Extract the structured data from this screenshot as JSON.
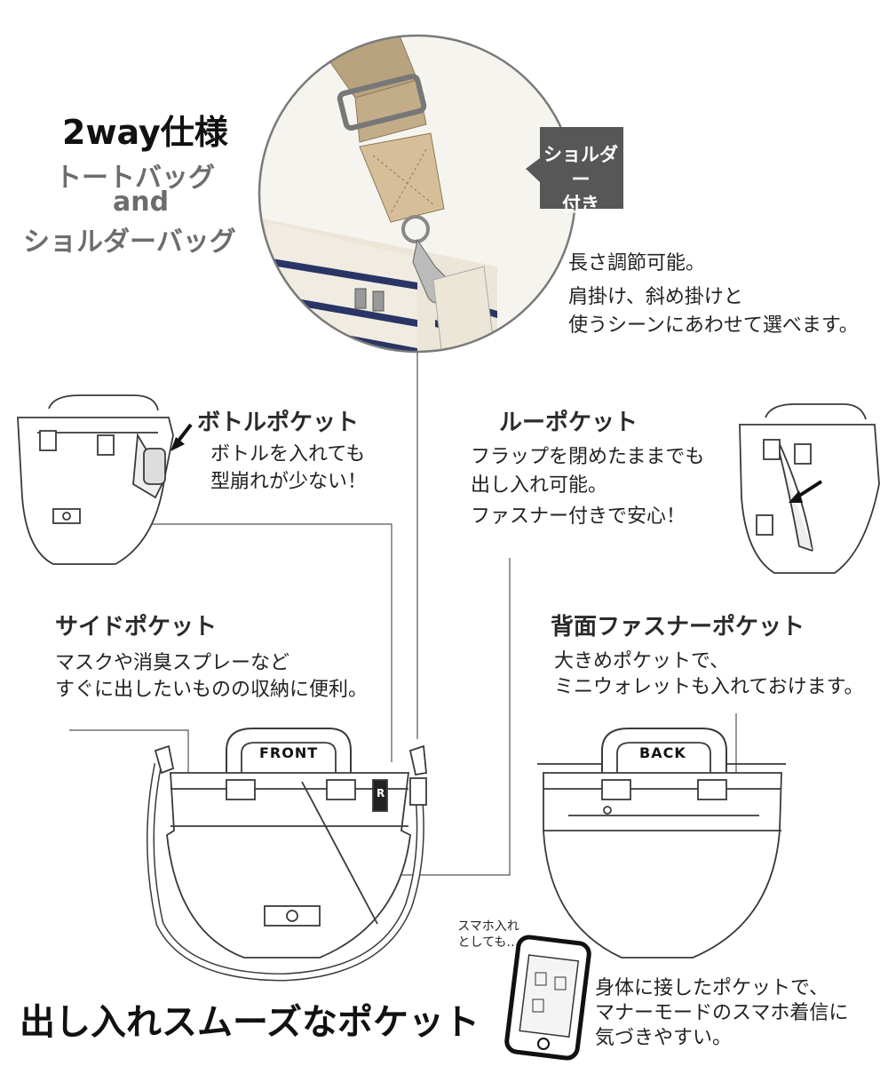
{
  "header": {
    "title": "2way仕様",
    "subtitle_line1": "トートバッグ",
    "subtitle_line2": "and",
    "subtitle_line3": "ショルダーバッグ"
  },
  "shoulder_badge": {
    "line1": "ショルダー",
    "line2": "付き",
    "color": "#575757"
  },
  "shoulder_text": {
    "line1": "長さ調節可能。",
    "line2": "肩掛け、斜め掛けと",
    "line3": "使うシーンにあわせて選べます。"
  },
  "bottle_pocket": {
    "heading": "ボトルポケット",
    "line1": "ボトルを入れても",
    "line2": "型崩れが少ない！"
  },
  "loop_pocket": {
    "heading": "ルーポケット",
    "line1": "フラップを閉めたままでも",
    "line2": "出し入れ可能。",
    "line3": "ファスナー付きで安心！"
  },
  "side_pocket": {
    "heading": "サイドポケット",
    "line1": "マスクや消臭スプレーなど",
    "line2": "すぐに出したいものの収納に便利。"
  },
  "back_zip_pocket": {
    "heading": "背面ファスナーポケット",
    "line1": "大きめポケットで、",
    "line2": "ミニウォレットも入れておけます。"
  },
  "bag_labels": {
    "front": "FRONT",
    "back": "BACK",
    "tag": "R"
  },
  "phone_note": {
    "line1": "スマホ入れ",
    "line2": "としても…"
  },
  "phone_text": {
    "line1": "身体に接したポケットで、",
    "line2": "マナーモードのスマホ着信に",
    "line3": "気づきやすい。"
  },
  "footer": {
    "title": "出し入れスムーズなポケット"
  },
  "colors": {
    "strap_tan": "#b9a37f",
    "canvas": "#ece6d6",
    "navy_stripe": "#2a3566",
    "line": "#3a3a3a"
  }
}
